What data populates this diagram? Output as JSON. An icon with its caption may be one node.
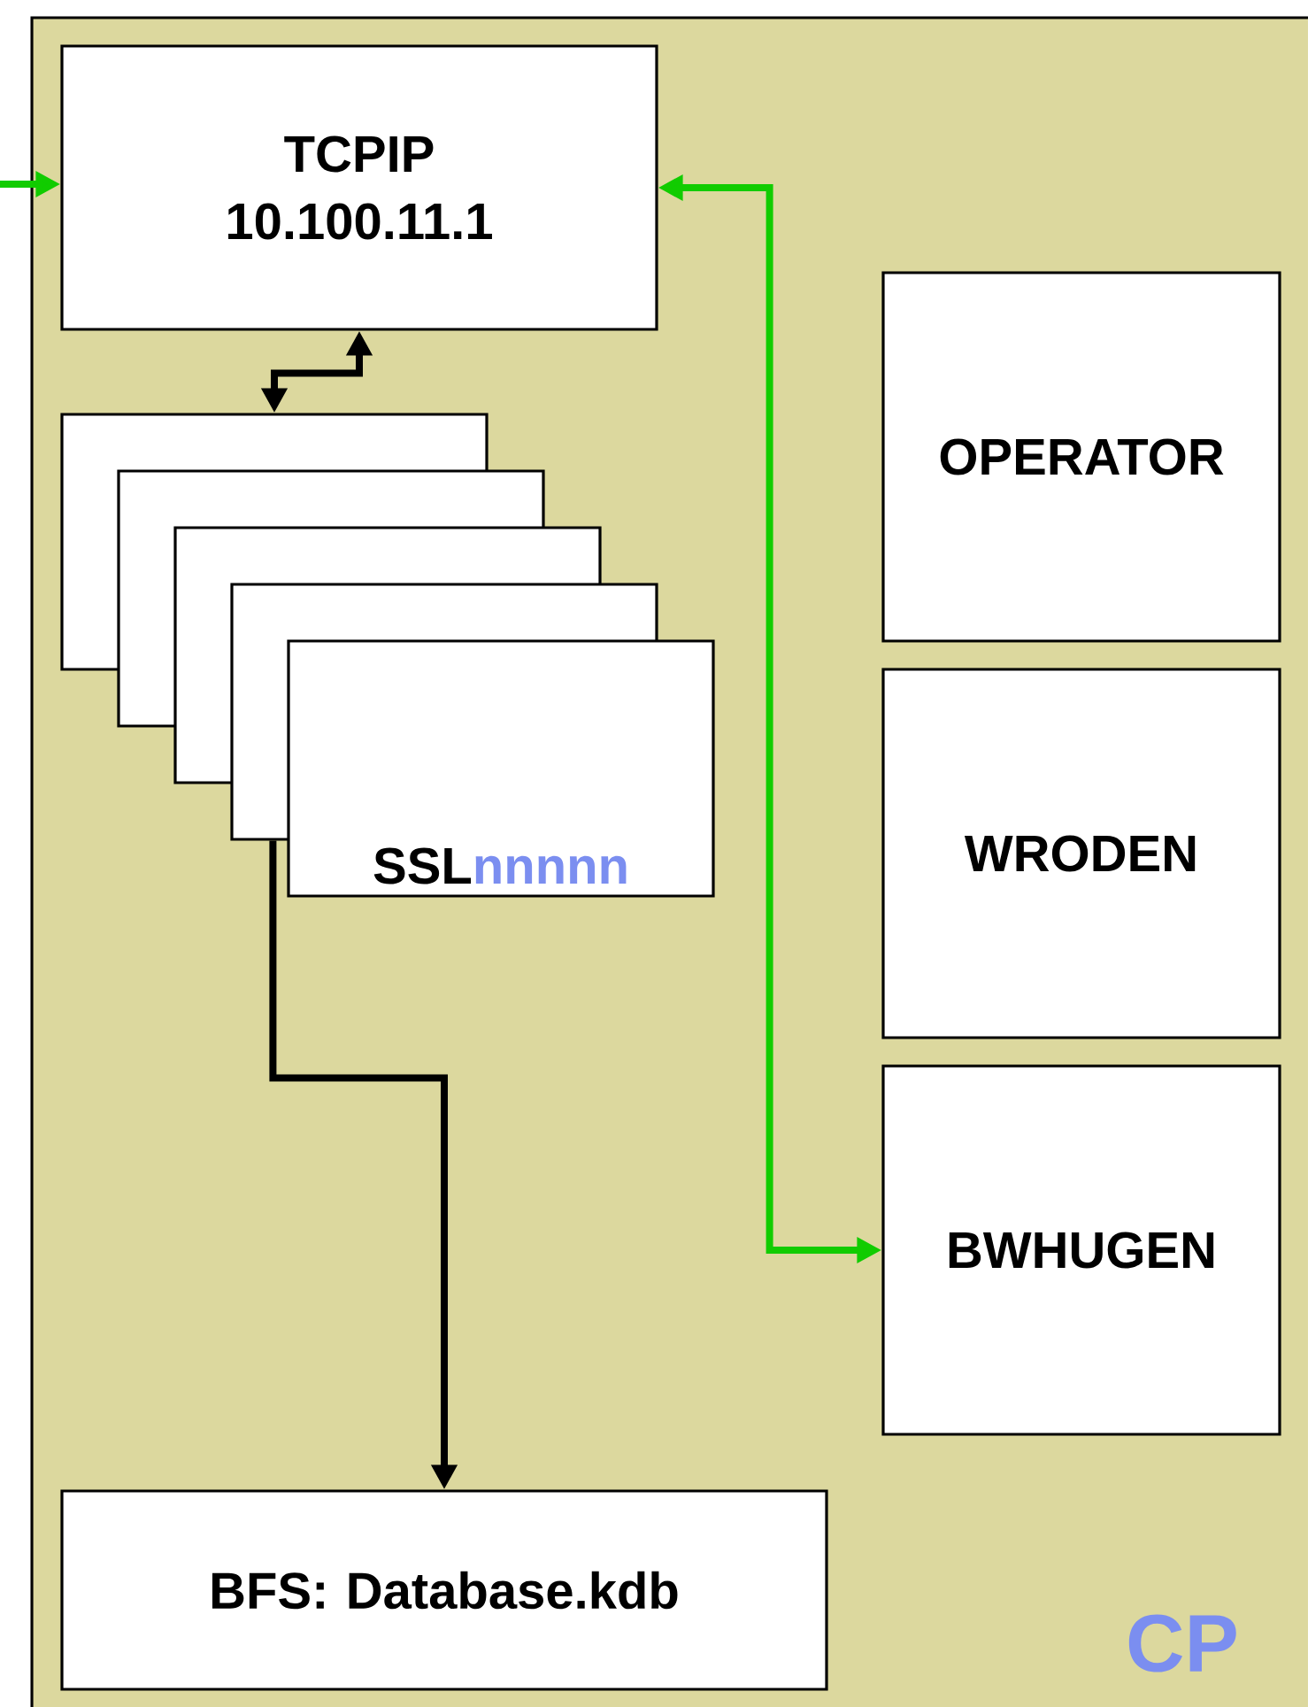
{
  "diagram": {
    "nodes": [
      {
        "text": [
          "CP"
        ]
      },
      {
        "text": [
          "TCPIP 10.100.11.1"
        ],
        "in": 0
      },
      {
        "text": [],
        "shape": "box",
        "in": 0
      },
      {
        "text": [],
        "shape": "box",
        "in": 0
      },
      {
        "text": [],
        "shape": "box",
        "in": 0
      },
      {
        "text": [],
        "shape": "box",
        "in": 0
      },
      {
        "text": [
          "SSL",
          "nnnnn"
        ],
        "in": 0
      },
      {
        "text": [
          "OPERATOR"
        ],
        "in": 0
      },
      {
        "text": [
          "WRODEN"
        ],
        "in": 0
      },
      {
        "text": [
          "BWHUGEN"
        ],
        "in": 0
      },
      {
        "text": [
          "BFS: Database.kdb"
        ],
        "in": 0
      }
    ],
    "edges": [
      {
        "from": null,
        "to": 1,
        "arrow": "to",
        "color": "#11cc00"
      },
      {
        "from": 1,
        "to": 9,
        "arrow": "both",
        "color": "#11cc00"
      },
      {
        "from": 1,
        "to": 2,
        "arrow": "both",
        "color": "#000000"
      },
      {
        "from": 5,
        "to": 10,
        "arrow": "to",
        "color": "#000000"
      }
    ]
  }
}
